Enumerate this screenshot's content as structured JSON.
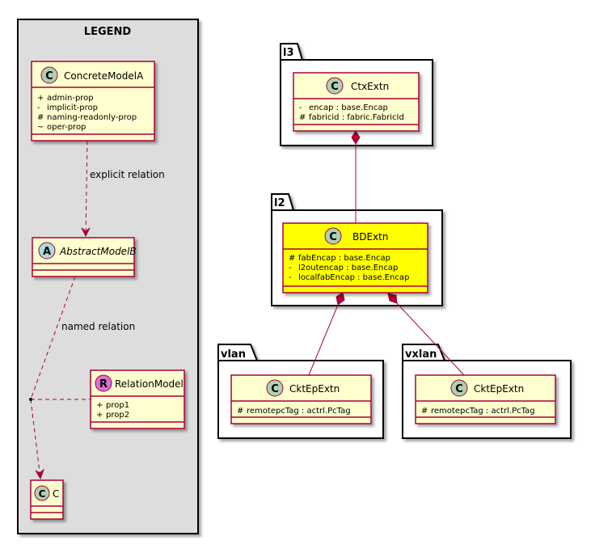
{
  "legend": {
    "title": "LEGEND",
    "concrete": {
      "stereo": "C",
      "name": "ConcreteModelA",
      "props": [
        {
          "vis": "+",
          "text": "admin-prop"
        },
        {
          "vis": "-",
          "text": "implicit-prop"
        },
        {
          "vis": "#",
          "text": "naming-readonly-prop"
        },
        {
          "vis": "~",
          "text": "oper-prop"
        }
      ]
    },
    "explicit_relation": "explicit relation",
    "abstract": {
      "stereo": "A",
      "name": "AbstractModelB"
    },
    "named_relation": "named relation",
    "relation_model": {
      "stereo": "R",
      "name": "RelationModel",
      "props": [
        {
          "vis": "+",
          "text": "prop1"
        },
        {
          "vis": "+",
          "text": "prop2"
        }
      ]
    },
    "c": {
      "stereo": "C",
      "name": "C"
    }
  },
  "packages": {
    "l3": "l3",
    "l2": "l2",
    "vlan": "vlan",
    "vxlan": "vxlan"
  },
  "classes": {
    "ctx": {
      "stereo": "C",
      "name": "CtxExtn",
      "props": [
        {
          "vis": "-",
          "text": "encap : base.Encap"
        },
        {
          "vis": "#",
          "text": "fabricid : fabric.FabricId"
        }
      ]
    },
    "bd": {
      "stereo": "C",
      "name": "BDExtn",
      "props": [
        {
          "vis": "#",
          "text": "fabEncap : base.Encap"
        },
        {
          "vis": "-",
          "text": "l2outencap : base.Encap"
        },
        {
          "vis": "-",
          "text": "localfabEncap : base.Encap"
        }
      ]
    },
    "ckt_vlan": {
      "stereo": "C",
      "name": "CktEpExtn",
      "props": [
        {
          "vis": "#",
          "text": "remotepcTag : actrl.PcTag"
        }
      ]
    },
    "ckt_vxlan": {
      "stereo": "C",
      "name": "CktEpExtn",
      "props": [
        {
          "vis": "#",
          "text": "remotepcTag : actrl.PcTag"
        }
      ]
    }
  },
  "colors": {
    "class_fill": "#FEFECE",
    "class_border": "#A80036",
    "highlight_fill": "#FFFF00",
    "legend_bg": "#DDDDDD",
    "circle_c": "#ADD1B2",
    "circle_a": "#A9DCDF",
    "circle_r": "#DA70D6"
  }
}
